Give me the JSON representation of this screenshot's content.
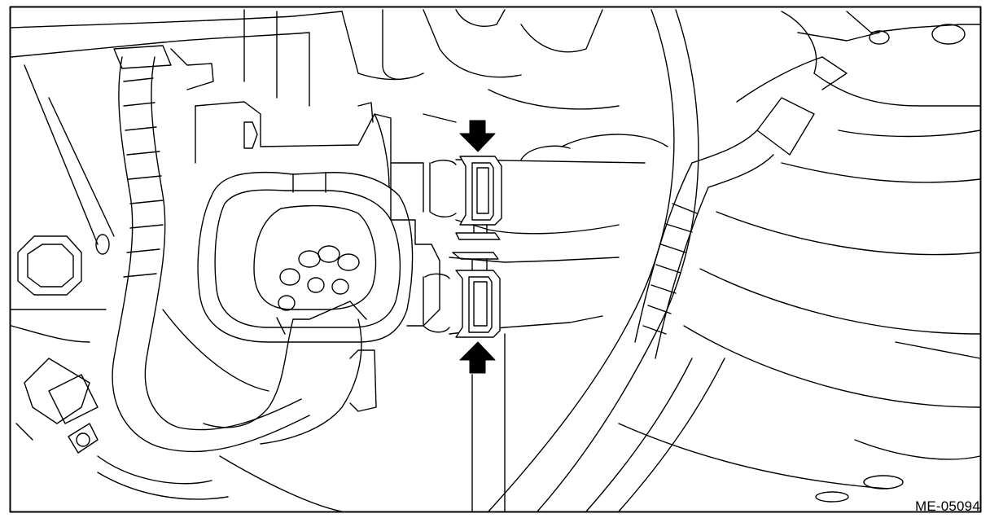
{
  "figure": {
    "id_label": "ME-05094"
  },
  "callouts": {
    "count": 2,
    "arrow_color": "#000000",
    "targets": [
      "upper-hose-clamp",
      "lower-hose-clamp"
    ]
  },
  "colors": {
    "line": "#000000",
    "background": "#ffffff"
  },
  "icons": [
    "down-arrow-icon",
    "up-arrow-icon"
  ]
}
